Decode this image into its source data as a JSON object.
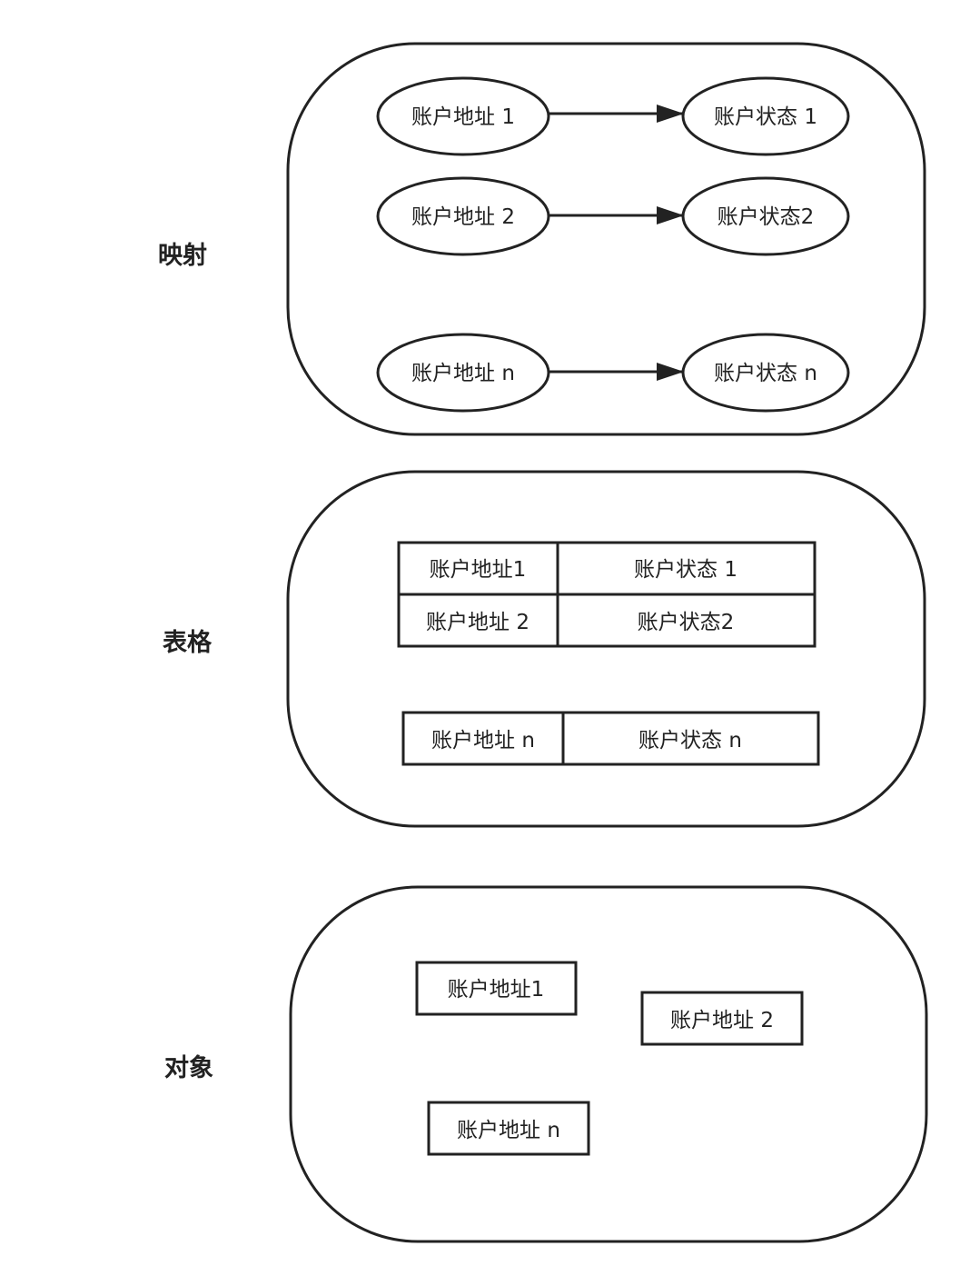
{
  "sections": [
    {
      "title": "映射",
      "pairs": [
        {
          "address": "账户地址 1",
          "state": "账户状态 1"
        },
        {
          "address": "账户地址 2",
          "state": "账户状态2"
        },
        {
          "address": "账户地址 n",
          "state": "账户状态 n"
        }
      ]
    },
    {
      "title": "表格",
      "rows": [
        {
          "address": "账户地址1",
          "state": "账户状态 1"
        },
        {
          "address": "账户地址 2",
          "state": "账户状态2"
        },
        {
          "address": "账户地址 n",
          "state": "账户状态 n"
        }
      ]
    },
    {
      "title": "对象",
      "objects": [
        "账户地址1",
        "账户地址 2",
        "账户地址 n"
      ]
    }
  ]
}
